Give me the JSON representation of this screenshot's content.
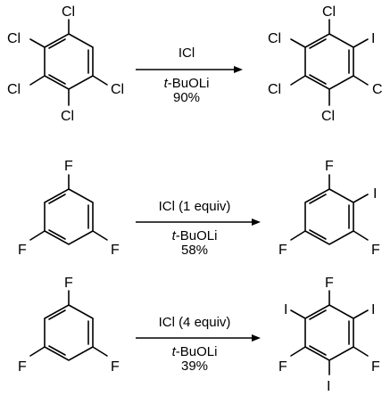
{
  "reactions": [
    {
      "reagent": "ICl",
      "base": "t-BuOLi",
      "base_italic": "t",
      "base_rest": "-BuOLi",
      "yield": "90%",
      "reactant_labels": [
        "Cl",
        "Cl",
        "Cl",
        "Cl",
        "Cl"
      ],
      "product_labels": [
        "Cl",
        "Cl",
        "Cl",
        "Cl",
        "I",
        "Cl"
      ]
    },
    {
      "reagent": "ICl (1 equiv)",
      "base_italic": "t",
      "base_rest": "-BuOLi",
      "yield": "58%",
      "reactant_labels": [
        "F",
        "F",
        "F"
      ],
      "product_labels": [
        "F",
        "F",
        "F",
        "I"
      ]
    },
    {
      "reagent": "ICl (4 equiv)",
      "base_italic": "t",
      "base_rest": "-BuOLi",
      "yield": "39%",
      "reactant_labels": [
        "F",
        "F",
        "F"
      ],
      "product_labels": [
        "F",
        "F",
        "F",
        "I",
        "I",
        "I"
      ]
    }
  ]
}
